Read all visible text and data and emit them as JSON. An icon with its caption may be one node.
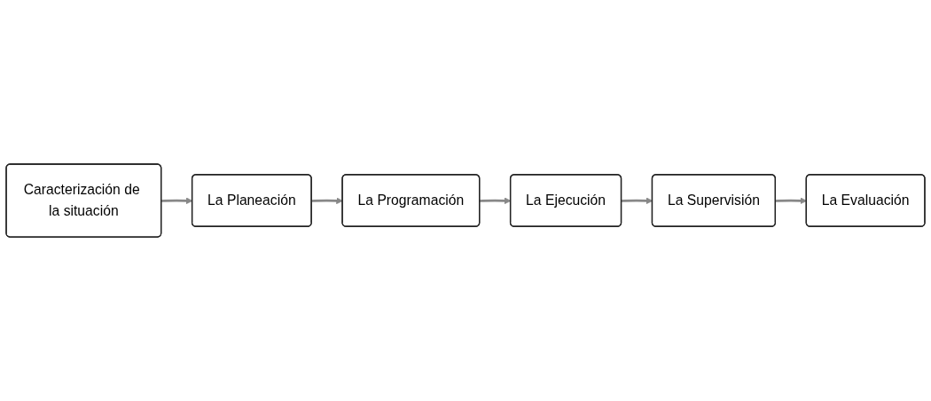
{
  "diagram": {
    "nodes": [
      {
        "text": [
          "Caracterización de la situación"
        ]
      },
      {
        "text": [
          "La Planeación"
        ]
      },
      {
        "text": [
          "La Programación"
        ]
      },
      {
        "text": [
          "La Ejecución"
        ]
      },
      {
        "text": [
          "La Supervisión"
        ]
      },
      {
        "text": [
          "La Evaluación"
        ]
      }
    ],
    "edges": [
      {
        "from": 0,
        "to": 1,
        "arrow": "to"
      },
      {
        "from": 1,
        "to": 2,
        "arrow": "to"
      },
      {
        "from": 2,
        "to": 3,
        "arrow": "to"
      },
      {
        "from": 3,
        "to": 4,
        "arrow": "to"
      },
      {
        "from": 4,
        "to": 5,
        "arrow": "to"
      }
    ]
  }
}
